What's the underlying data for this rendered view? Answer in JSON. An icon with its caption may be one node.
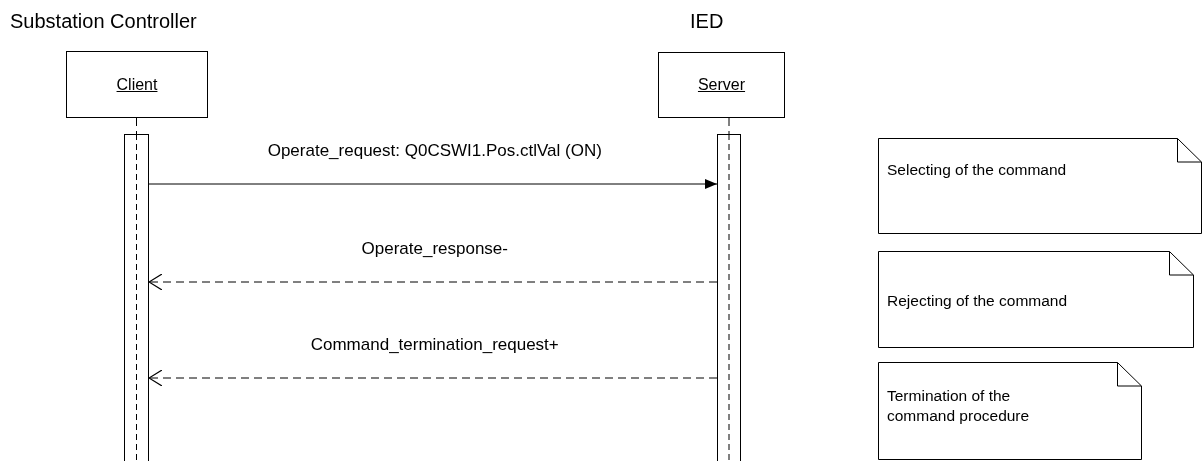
{
  "diagram": {
    "nodes": [
      {
        "text": [
          "Substation Controller",
          "Client"
        ]
      },
      {
        "text": [
          "IED",
          "Server"
        ]
      },
      {
        "text": [],
        "shape": "bar"
      },
      {
        "text": [],
        "shape": "bar"
      },
      {
        "text": [
          "Selecting of the command"
        ]
      },
      {
        "text": [
          "Rejecting of the command"
        ]
      },
      {
        "text": [
          "Termination of the command procedure"
        ]
      }
    ],
    "edges": [
      {
        "from": 0,
        "to": 2,
        "arrow": "none",
        "style": "dashed"
      },
      {
        "from": 1,
        "to": 3,
        "arrow": "none",
        "style": "dashed"
      },
      {
        "from": 2,
        "to": 3,
        "arrow": "to",
        "label": "Operate_request: Q0CSWI1.Pos.ctlVal (ON)"
      },
      {
        "from": 3,
        "to": 2,
        "arrow": "to",
        "style": "dashed",
        "label": "Operate_response-"
      },
      {
        "from": 3,
        "to": 2,
        "arrow": "to",
        "style": "dashed",
        "label": "Command_termination_request+"
      }
    ]
  }
}
